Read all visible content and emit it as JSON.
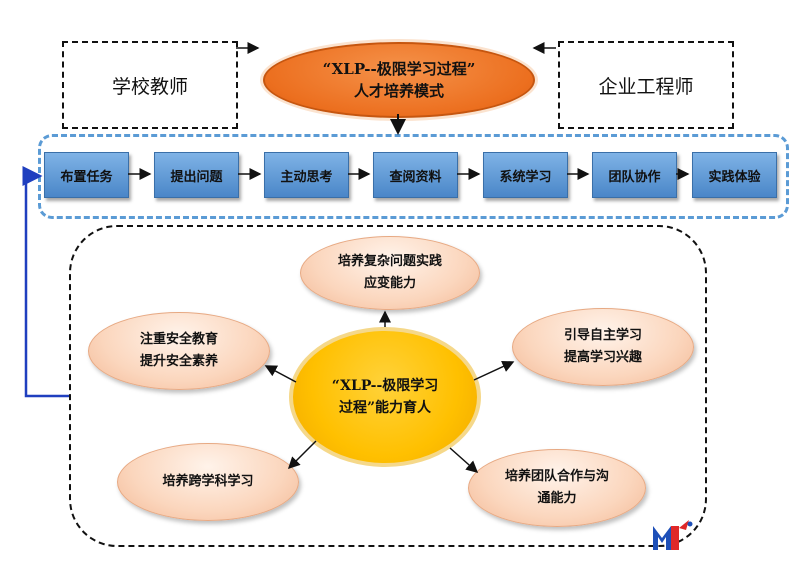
{
  "top": {
    "left_box": "学校教师",
    "right_box": "企业工程师",
    "mode_line1": "“XLP--极限学习过程”",
    "mode_line2": "人才培养模式"
  },
  "steps": [
    "布置任务",
    "提出问题",
    "主动思考",
    "查阅资料",
    "系统学习",
    "团队协作",
    "实践体验"
  ],
  "center": {
    "line1": "“XLP--极限学习",
    "line2": "过程”能力育人"
  },
  "outcomes": {
    "top": {
      "line1": "培养复杂问题实践",
      "line2": "应变能力"
    },
    "left": {
      "line1": "注重安全教育",
      "line2": "提升安全素养"
    },
    "right": {
      "line1": "引导自主学习",
      "line2": "提高学习兴趣"
    },
    "bottom_left": {
      "line1": "培养跨学科学习"
    },
    "bottom_right": {
      "line1": "培养团队合作与沟",
      "line2": "通能力"
    }
  },
  "colors": {
    "orange": "#ec6f1f",
    "step_blue": "#5b9bd5",
    "center_gold": "#ffc000",
    "peach": "#fbd6bd",
    "feedback_line": "#1f3fbf"
  },
  "logo_icon": "m-logo-icon"
}
